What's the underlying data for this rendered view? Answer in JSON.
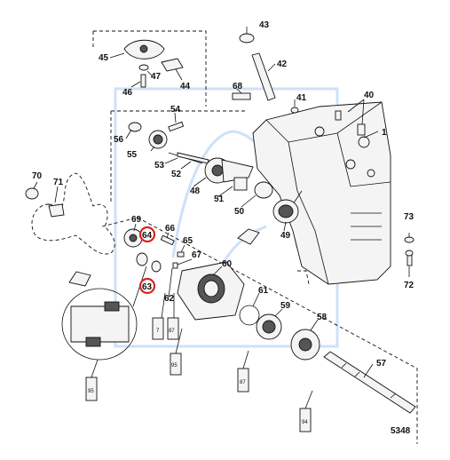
{
  "diagram": {
    "callouts": {
      "c1": "1",
      "c40": "40",
      "c41": "41",
      "c42": "42",
      "c43": "43",
      "c44": "44",
      "c45": "45",
      "c46": "46",
      "c47": "47",
      "c48": "48",
      "c49": "49",
      "c50": "50",
      "c51": "51",
      "c52": "52",
      "c53": "53",
      "c54": "54",
      "c55": "55",
      "c56": "56",
      "c57": "57",
      "c58": "58",
      "c59": "59",
      "c60": "60",
      "c61": "61",
      "c62": "62",
      "c63": "63",
      "c64": "64",
      "c65": "65",
      "c66": "66",
      "c67": "67",
      "c68": "68",
      "c69": "69",
      "c70": "70",
      "c71": "71",
      "c72": "72",
      "c73": "73"
    },
    "figure_number": "5348",
    "tube_labels": {
      "t7": "7",
      "t87": "87",
      "t95": "95",
      "t94": "94"
    }
  }
}
